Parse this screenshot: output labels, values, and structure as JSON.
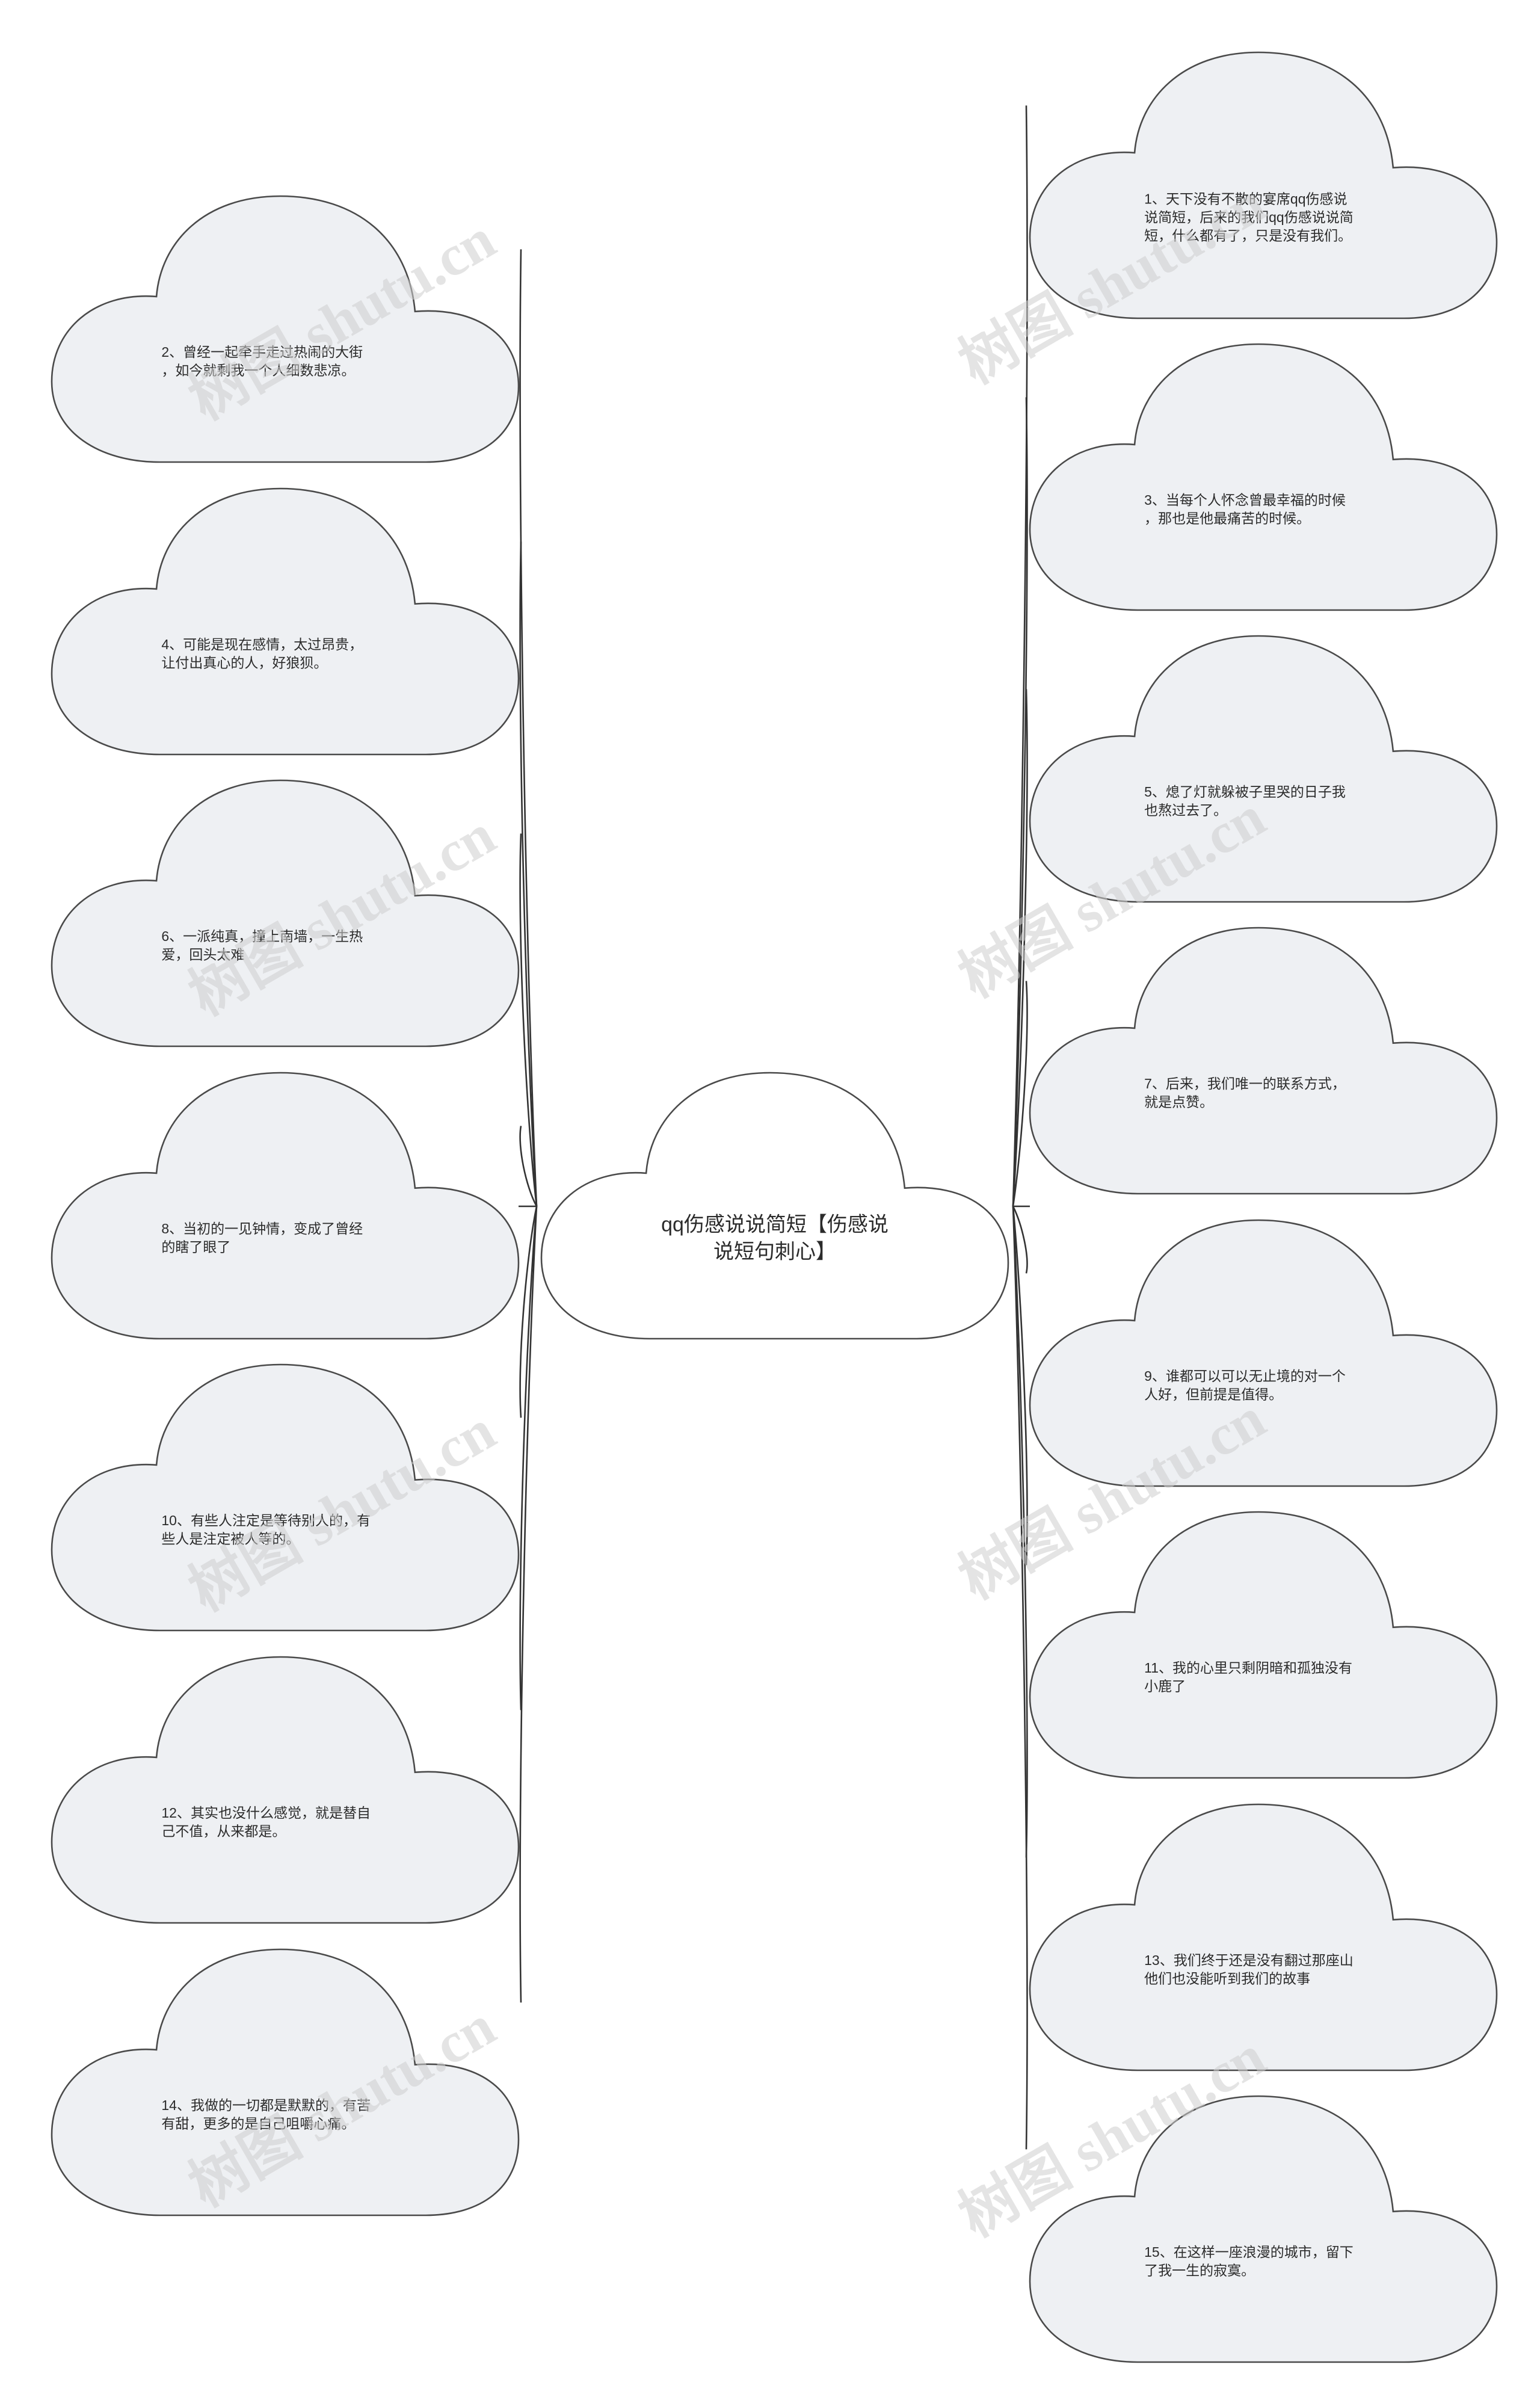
{
  "title": "qq伤感说说简短【伤感说说短句刺心】",
  "center_node": {
    "lines": [
      "qq伤感说说简短【伤感说",
      "说短句刺心】"
    ]
  },
  "left_nodes": [
    {
      "lines": [
        "2、曾经一起牵手走过热闹的大街",
        "，如今就剩我一个人细数悲凉。"
      ]
    },
    {
      "lines": [
        "4、可能是现在感情，太过昂贵，",
        "让付出真心的人，好狼狈。"
      ]
    },
    {
      "lines": [
        "6、一派纯真，撞上南墙，一生热",
        "爱，回头太难"
      ]
    },
    {
      "lines": [
        "8、当初的一见钟情，变成了曾经",
        "的瞎了眼了"
      ]
    },
    {
      "lines": [
        "10、有些人注定是等待别人的，有",
        "些人是注定被人等的。"
      ]
    },
    {
      "lines": [
        "12、其实也没什么感觉，就是替自",
        "己不值，从来都是。"
      ]
    },
    {
      "lines": [
        "14、我做的一切都是默默的，有苦",
        "有甜，更多的是自己咀嚼心痛。"
      ]
    }
  ],
  "right_nodes": [
    {
      "lines": [
        "1、天下没有不散的宴席qq伤感说",
        "说简短，后来的我们qq伤感说说简",
        "短，什么都有了，只是没有我们。"
      ]
    },
    {
      "lines": [
        "3、当每个人怀念曾最幸福的时候",
        "，那也是他最痛苦的时候。"
      ]
    },
    {
      "lines": [
        "5、熄了灯就躲被子里哭的日子我",
        "也熬过去了。"
      ]
    },
    {
      "lines": [
        "7、后来，我们唯一的联系方式，",
        "就是点赞。"
      ]
    },
    {
      "lines": [
        "9、谁都可以可以无止境的对一个",
        "人好，但前提是值得。"
      ]
    },
    {
      "lines": [
        "11、我的心里只剩阴暗和孤独没有",
        "小鹿了"
      ]
    },
    {
      "lines": [
        "13、我们终于还是没有翻过那座山",
        "他们也没能听到我们的故事"
      ]
    },
    {
      "lines": [
        "15、在这样一座浪漫的城市，留下",
        "了我一生的寂寞。"
      ]
    }
  ],
  "watermark": "树图 shutu.cn",
  "colors": {
    "cloud_fill": "#eef0f3",
    "center_fill": "#ffffff",
    "outline": "#4a4a4a",
    "text": "#2b2b2b",
    "watermark": "#cfcfcf"
  }
}
